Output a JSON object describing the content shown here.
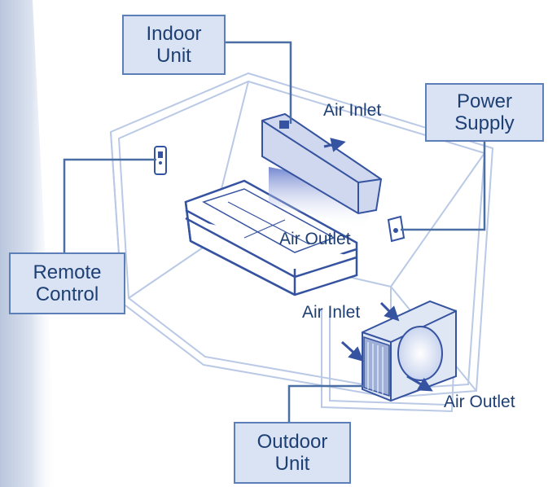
{
  "labels": {
    "indoor_unit": [
      "Indoor",
      "Unit"
    ],
    "power_supply": [
      "Power",
      "Supply"
    ],
    "remote_control": [
      "Remote",
      "Control"
    ],
    "outdoor_unit": [
      "Outdoor",
      "Unit"
    ],
    "air_inlet_indoor": "Air Inlet",
    "air_outlet_indoor": "Air Outlet",
    "air_inlet_outdoor": "Air Inlet",
    "air_outlet_outdoor": "Air Outlet"
  },
  "colors": {
    "box_fill": "#d9e3f4",
    "box_border": "#5b7fb6",
    "text": "#1e3f73",
    "line": "#4a6fa5",
    "room_line": "#b9c9e6",
    "accent": "#3553a0"
  }
}
